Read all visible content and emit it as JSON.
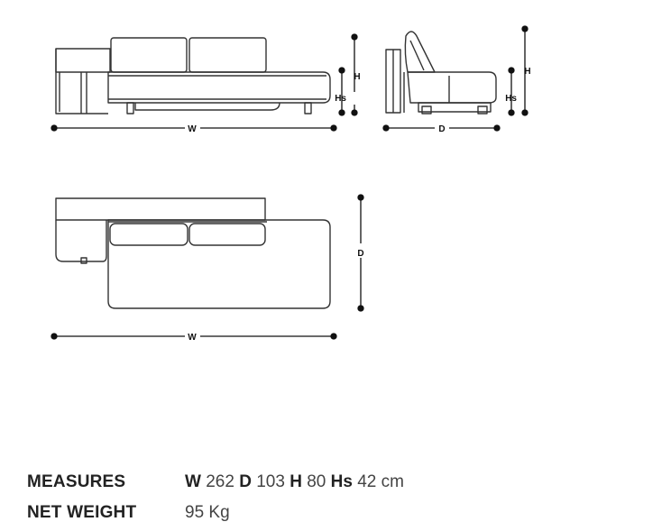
{
  "diagram": {
    "front_view": {
      "width_label": "W",
      "height_label": "H",
      "seat_height_label": "Hs"
    },
    "side_view": {
      "depth_label": "D",
      "height_label": "H",
      "seat_height_label": "Hs"
    },
    "top_view": {
      "width_label": "W",
      "depth_label": "D"
    }
  },
  "specs": {
    "measures_label": "MEASURES",
    "w_key": "W",
    "w_val": "262",
    "d_key": "D",
    "d_val": "103",
    "h_key": "H",
    "h_val": "80",
    "hs_key": "Hs",
    "hs_val": "42",
    "unit": "cm",
    "weight_label": "NET WEIGHT",
    "weight_val": "95 Kg"
  }
}
